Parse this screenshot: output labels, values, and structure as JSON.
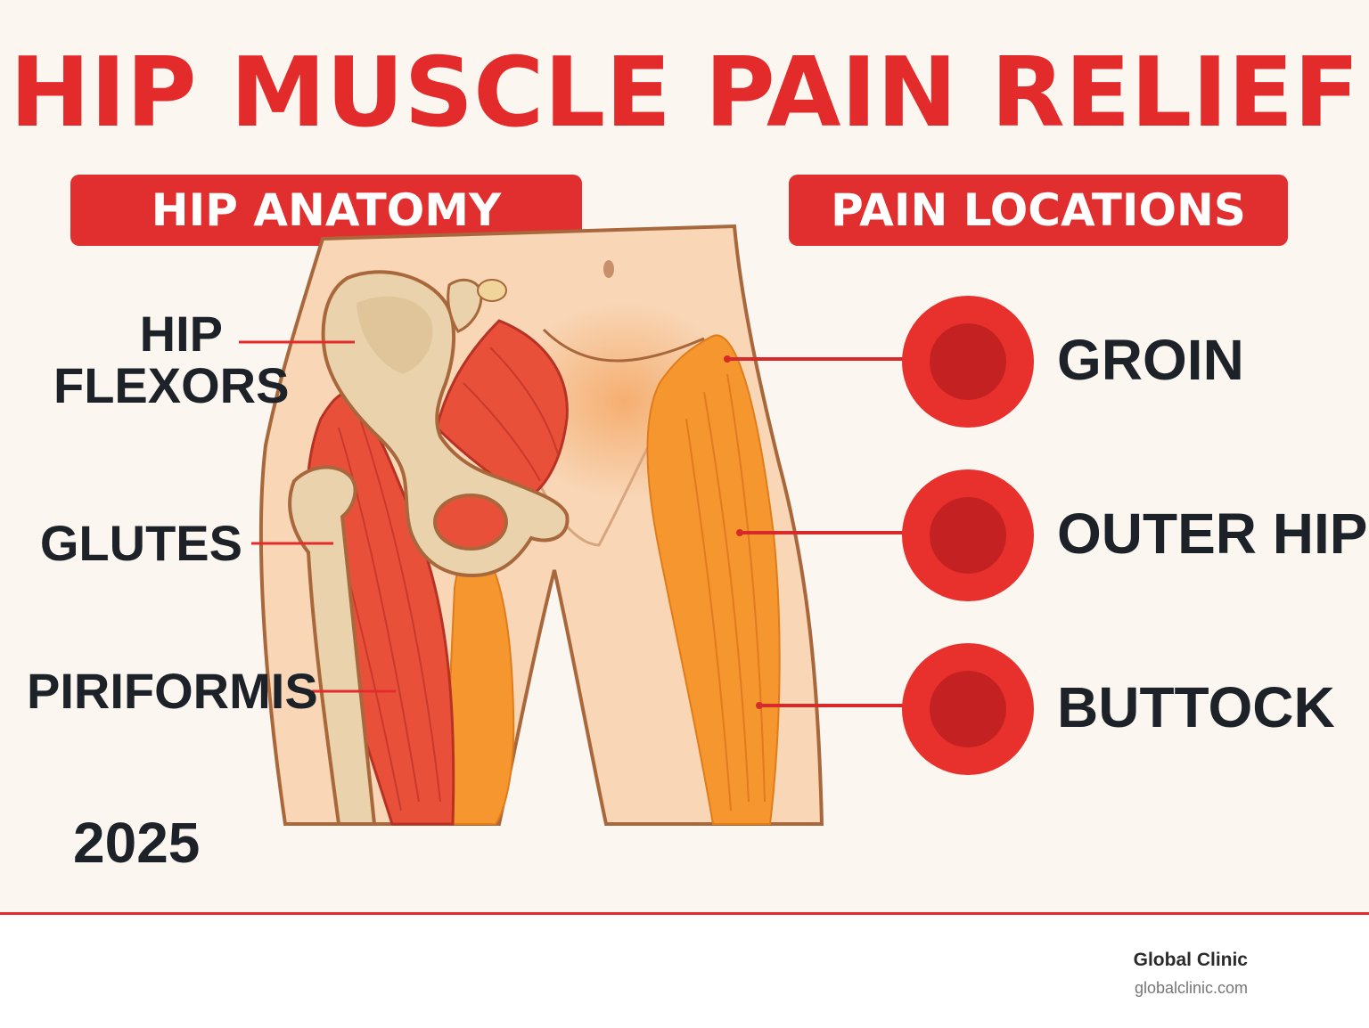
{
  "title": "HIP MUSCLE PAIN RELIEF",
  "sections": {
    "anatomy_title": "HIP ANATOMY",
    "pain_title": "PAIN LOCATIONS"
  },
  "anatomy_labels": {
    "hip_flexors_line1": "HIP",
    "hip_flexors_line2": "FLEXORS",
    "glutes": "GLUTES",
    "piriformis": "PIRIFORMIS"
  },
  "pain_locations": {
    "groin": "GROIN",
    "outer_hip": "OUTER HIP",
    "buttock": "BUTTOCK"
  },
  "year": "2025",
  "footer": {
    "brand": "Global Clinic",
    "url": "globalclinic.com"
  },
  "colors": {
    "accent_red": "#e42b2b",
    "muscle_red": "#e8503a",
    "muscle_orange": "#f5962e",
    "bone": "#ead3ac",
    "skin": "#f8d6b6",
    "text_dark": "#1c2228"
  }
}
